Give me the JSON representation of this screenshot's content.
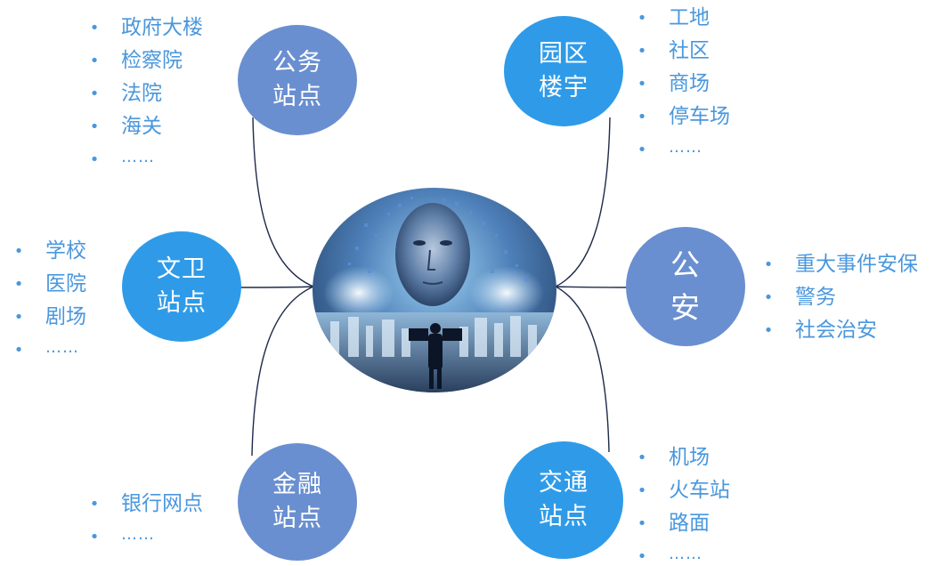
{
  "center": {
    "image_name": "ai-digital-head-city-image"
  },
  "nodes": {
    "gongwu": {
      "line1": "公务",
      "line2": "站点",
      "color": "#6a8fd0"
    },
    "yuanqu": {
      "line1": "园区",
      "line2": "楼宇",
      "color": "#2f9be8"
    },
    "wenwei": {
      "line1": "文卫",
      "line2": "站点",
      "color": "#2f9be8"
    },
    "gongan": {
      "line1": "公",
      "line2": "安",
      "color": "#6a8fd0"
    },
    "jinrong": {
      "line1": "金融",
      "line2": "站点",
      "color": "#6a8fd0"
    },
    "jiaotong": {
      "line1": "交通",
      "line2": "站点",
      "color": "#2f9be8"
    }
  },
  "lists": {
    "gongwu": [
      "政府大楼",
      "检察院",
      "法院",
      "海关",
      "……"
    ],
    "yuanqu": [
      "工地",
      "社区",
      "商场",
      "停车场",
      "……"
    ],
    "wenwei": [
      "学校",
      "医院",
      "剧场",
      "……"
    ],
    "gongan": [
      "重大事件安保",
      "警务",
      "社会治安"
    ],
    "jinrong": [
      "银行网点",
      "……"
    ],
    "jiaotong": [
      "机场",
      "火车站",
      "路面",
      "……"
    ]
  },
  "colors": {
    "list_text": "#4a97dd",
    "connector": "#1e2a4a"
  },
  "bullet_symbol": "•"
}
